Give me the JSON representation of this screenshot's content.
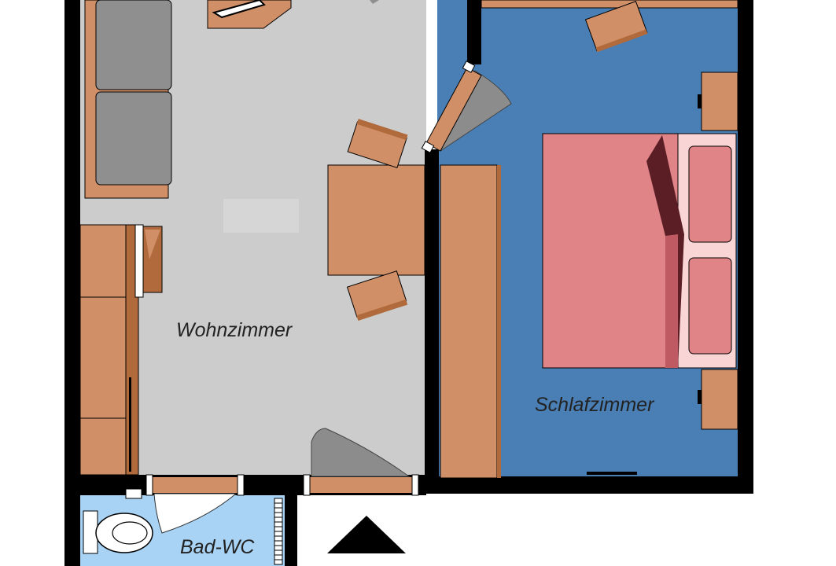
{
  "rooms": {
    "living": "Wohnzimmer",
    "bedroom": "Schlafzimmer",
    "bathroom": "Bad-WC"
  },
  "colors": {
    "living_floor": "#cccccc",
    "bedroom_floor": "#4a7fb5",
    "bathroom_floor": "#a9d3f5",
    "wall": "#000000",
    "furniture": "#d08f66",
    "furniture_dark": "#b06a3c",
    "sofa_cushion": "#8f8f8f",
    "bed": "#e08488",
    "pillow": "#fad5d6",
    "door_swing": "#8c8c8c"
  },
  "icons": {
    "entrance": "north-arrow-icon",
    "toilet": "toilet-icon"
  }
}
